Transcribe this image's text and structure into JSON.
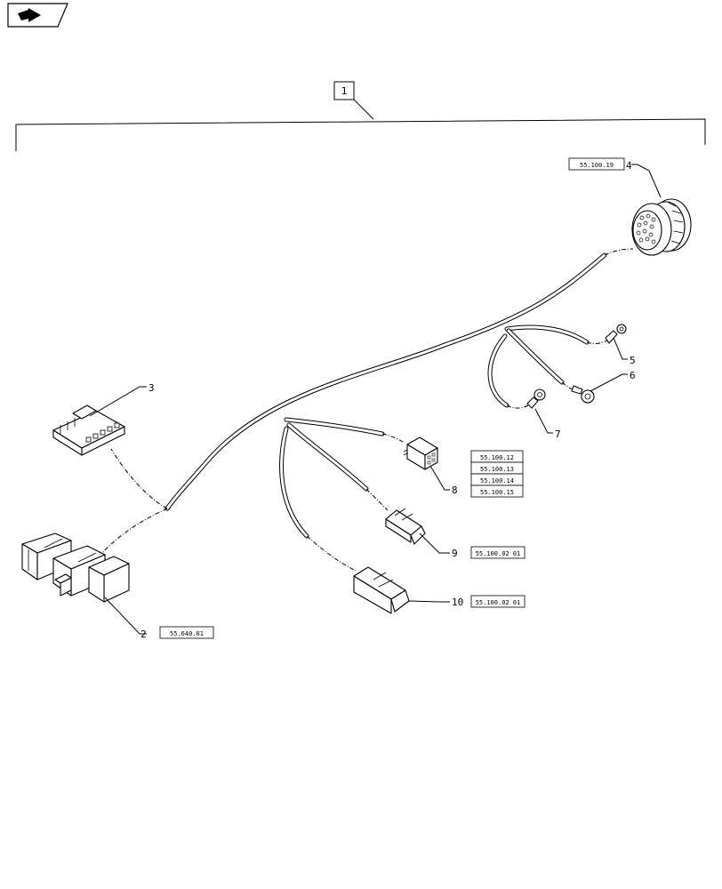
{
  "parts": [
    {
      "item": "1",
      "ref": ""
    },
    {
      "item": "2",
      "ref": "55.640.01"
    },
    {
      "item": "3",
      "ref": ""
    },
    {
      "item": "4",
      "ref": "55.100.19"
    },
    {
      "item": "5",
      "ref": ""
    },
    {
      "item": "6",
      "ref": ""
    },
    {
      "item": "7",
      "ref": ""
    },
    {
      "item": "8",
      "refs": [
        "55.100.12",
        "55.100.13",
        "55.100.14",
        "55.100.15"
      ]
    },
    {
      "item": "9",
      "ref": "55.100.02 01"
    },
    {
      "item": "10",
      "ref": "55.100.02 01"
    }
  ],
  "icons": {
    "nav": "next-page-arrow-icon"
  }
}
